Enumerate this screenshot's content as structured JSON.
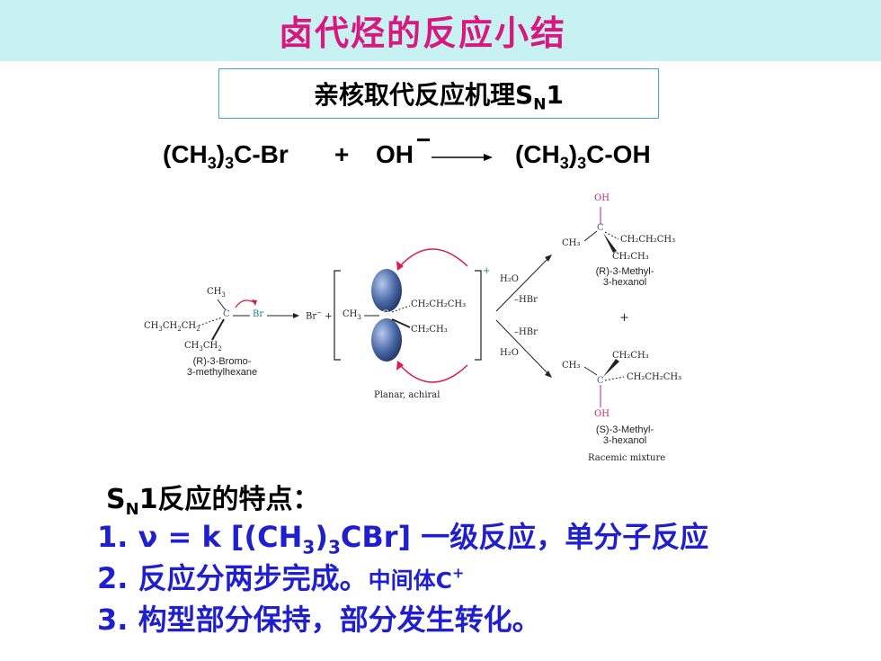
{
  "page_title": "卤代烃的反应小结",
  "subtitle": {
    "main": "亲核取代反应机理S",
    "sub": "N",
    "tail": "1"
  },
  "equation": {
    "reactant_a": "(CH",
    "reactant_a_sub1": "3",
    "reactant_a_mid": ")",
    "reactant_a_sub2": "3",
    "reactant_a_tail": "C-Br",
    "plus": "+",
    "reactant_b": "OH",
    "reactant_b_charge": "−",
    "product": "(CH",
    "product_sub1": "3",
    "product_mid": ")",
    "product_sub2": "3",
    "product_tail": "C-OH"
  },
  "scheme": {
    "substrate_ch3": "CH",
    "sub3": "3",
    "substrate_left": "CH",
    "sub3b": "3",
    "substrate_ch2": "CH",
    "sub2": "2",
    "substrate_ch2b": "CH",
    "sub2b": "2",
    "substrate_c": "C",
    "substrate_br": "Br",
    "substrate_bottom_a": "CH",
    "sub3c": "3",
    "substrate_bottom_b": "CH",
    "sub2c": "2",
    "substrate_caption_1": "(R)-3-Bromo-",
    "substrate_caption_2": "3-methylhexane",
    "bromide": "Br",
    "bromide_charge": "−",
    "bromide_plus": "+",
    "cation_ch3": "CH",
    "sub3d": "3",
    "cation_c": "C",
    "cation_propyl": "CH₂CH₂CH₃",
    "cation_ethyl": "CH₂CH₃",
    "cation_charge": "+",
    "planar_caption": "Planar, achiral",
    "water_top": "H₂O",
    "hbr_top": "–HBr",
    "hbr_bottom": "–HBr",
    "water_bottom": "H₂O",
    "prod_r_oh": "OH",
    "prod_r_c": "C",
    "prod_r_ch3": "CH₃",
    "prod_r_propyl": "CH₂CH₂CH₃",
    "prod_r_ethyl": "CH₂CH₃",
    "prod_r_caption_1": "(R)-3-Methyl-",
    "prod_r_caption_2": "3-hexanol",
    "products_plus": "+",
    "prod_s_ethyl": "CH₂CH₃",
    "prod_s_ch3": "CH₃",
    "prod_s_c": "C",
    "prod_s_propyl": "CH₂CH₂CH₃",
    "prod_s_oh": "OH",
    "prod_s_caption_1": "(S)-3-Methyl-",
    "prod_s_caption_2": "3-hexanol",
    "racemic_caption": "Racemic mixture"
  },
  "features": {
    "heading_s": "S",
    "heading_sub": "N",
    "heading_tail": "1反应的特点：",
    "item1_a": "1.  ν = k [(CH",
    "item1_sub1": "3",
    "item1_b": ")",
    "item1_sub2": "3",
    "item1_c": "CBr] 一级反应，单分子反应",
    "item2_a": "2. 反应分两步完成。",
    "item2_b": "中间体C",
    "item2_sup": "+",
    "item3": "3. 构型部分保持，部分发生转化。"
  },
  "colors": {
    "title": "#d9177f",
    "title_bg": "#c8f2f2",
    "feature_text": "#1f1fcf",
    "arc": "#d81b50",
    "orbital": "#3d5d9c"
  }
}
